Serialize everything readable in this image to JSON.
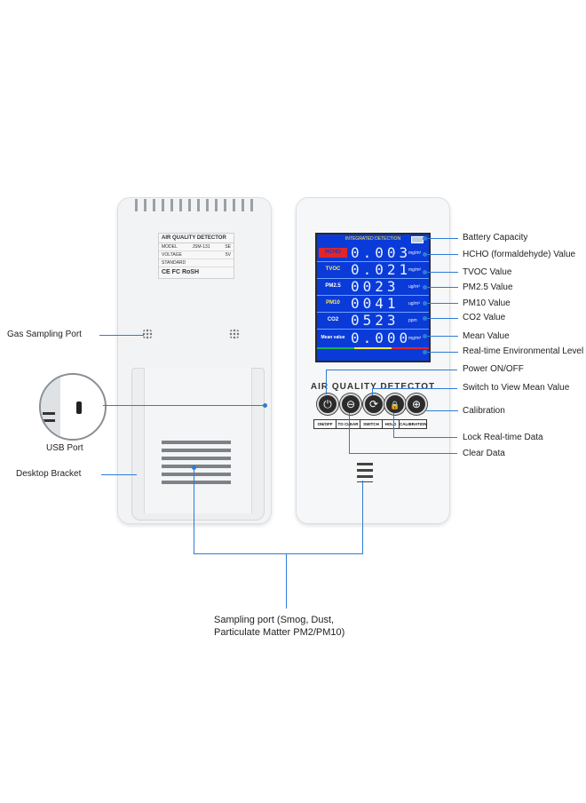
{
  "back_device": {
    "label_card": {
      "title": "AIR QUALITY DETECTOR",
      "rows": [
        {
          "key": "MODEL",
          "value": "JSM-131",
          "extra": "SE"
        },
        {
          "key": "VOLTAGE",
          "value": "5V"
        },
        {
          "key": "STANDARD",
          "value": ""
        }
      ],
      "logos": "CE FC RoSH"
    }
  },
  "front_device": {
    "screen_header": "INTEGRATED DETECTION",
    "rows": [
      {
        "name": "HCHO",
        "value": "0.003",
        "unit": "mg/m³",
        "name_color": "#e0262b"
      },
      {
        "name": "TVOC",
        "value": "0.021",
        "unit": "mg/m³",
        "name_color": "#ffe94d"
      },
      {
        "name": "PM2.5",
        "value": "0023",
        "unit": "ug/m³",
        "name_color": "#ffffff"
      },
      {
        "name": "PM10",
        "value": "0041",
        "unit": "ug/m³",
        "name_color": "#ffe94d"
      },
      {
        "name": "CO2",
        "value": "0523",
        "unit": "ppm",
        "name_color": "#ffffff"
      },
      {
        "name": "Mean value",
        "value": "0.000",
        "unit": "mg/m³",
        "name_color": "#ffffff"
      }
    ],
    "brand": "AIR QUALITY DETECTOT",
    "buttons": [
      {
        "icon": "power-icon",
        "glyph": "⏻",
        "label": "ON/OFF"
      },
      {
        "icon": "minus-icon",
        "glyph": "⊖",
        "label": "TO CLEAR"
      },
      {
        "icon": "switch-icon",
        "glyph": "⟳",
        "label": "SWITCH"
      },
      {
        "icon": "lock-icon",
        "glyph": "🔒",
        "label": "HOLD"
      },
      {
        "icon": "target-icon",
        "glyph": "⊕",
        "label": "CALIBRATION"
      }
    ],
    "scale_colors": [
      "#19b04a",
      "#ffe94d",
      "#e0262b"
    ]
  },
  "callouts_left": {
    "gas_sampling_port": "Gas Sampling Port",
    "usb_port": "USB Port",
    "desktop_bracket": "Desktop Bracket"
  },
  "callouts_right": {
    "battery": "Battery Capacity",
    "hcho": "HCHO (formaldehyde) Value",
    "tvoc": "TVOC Value",
    "pm25": "PM2.5 Value",
    "pm10": "PM10 Value",
    "co2": "CO2 Value",
    "mean": "Mean Value",
    "env_level": "Real-time Environmental Level",
    "power": "Power ON/OFF",
    "switch_mean": "Switch to View Mean Value",
    "calibration": "Calibration",
    "lock": "Lock Real-time Data",
    "clear": "Clear Data"
  },
  "sampling_port": {
    "line1": "Sampling port (Smog, Dust,",
    "line2": "Particulate Matter PM2/PM10)"
  },
  "colors": {
    "accent_line": "#2f7bd6",
    "screen_blue": "#0a3bd8"
  }
}
